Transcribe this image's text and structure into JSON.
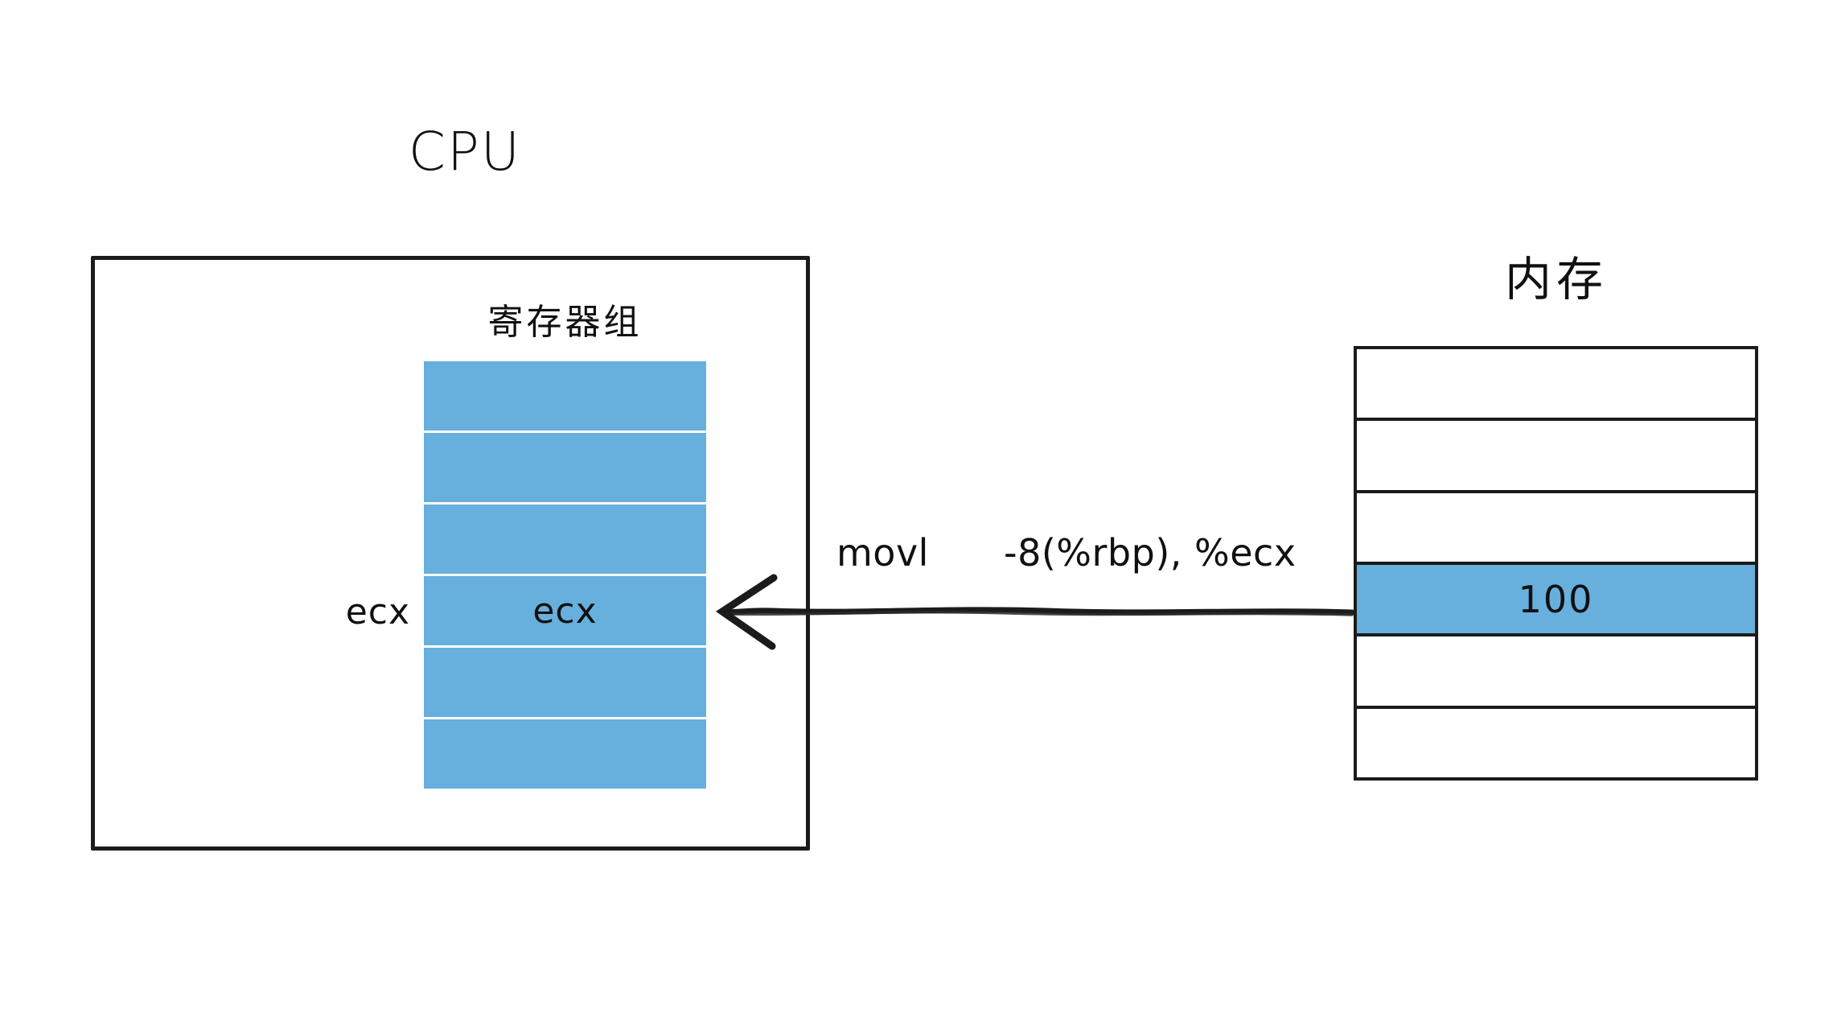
{
  "diagram": {
    "title_cpu": "CPU",
    "title_memory": "内存",
    "register_file_label": "寄存器组",
    "register_external_label": "ecx",
    "instruction": {
      "mnemonic": "movl",
      "operands": "-8(%rbp), %ecx"
    },
    "colors": {
      "fill_blue": "#67AFDD",
      "stroke_black": "#1b1b1b",
      "background": "#ffffff"
    },
    "registers": [
      {
        "label": ""
      },
      {
        "label": ""
      },
      {
        "label": ""
      },
      {
        "label": "ecx"
      },
      {
        "label": ""
      },
      {
        "label": ""
      }
    ],
    "memory_cells": [
      {
        "value": "",
        "highlighted": false
      },
      {
        "value": "",
        "highlighted": false
      },
      {
        "value": "",
        "highlighted": false
      },
      {
        "value": "100",
        "highlighted": true
      },
      {
        "value": "",
        "highlighted": false
      },
      {
        "value": "",
        "highlighted": false
      }
    ],
    "arrow": {
      "direction": "memory-to-register",
      "label": "movl -8(%rbp), %ecx"
    }
  }
}
